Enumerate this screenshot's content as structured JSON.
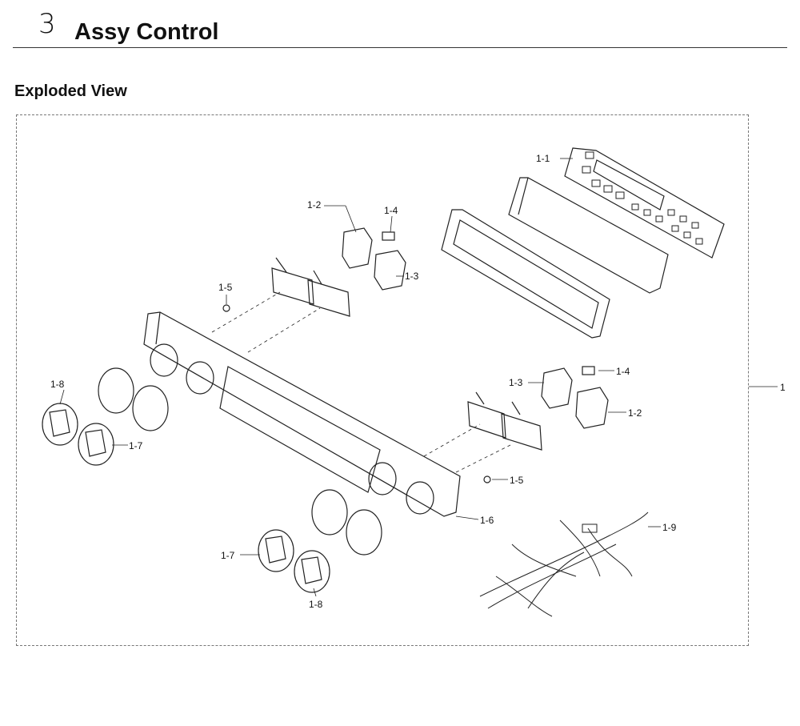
{
  "header": {
    "section_number": "3",
    "section_title": "Assy Control"
  },
  "subtitle": "Exploded View",
  "callouts": {
    "c1_1": "1-1",
    "c1_2a": "1-2",
    "c1_4a": "1-4",
    "c1_5a": "1-5",
    "c1_3a": "1-3",
    "c1_8a": "1-8",
    "c1_7a": "1-7",
    "c1_4b": "1-4",
    "c1_3b": "1-3",
    "c1_2b": "1-2",
    "c1_5b": "1-5",
    "c1_6": "1-6",
    "c1_9": "1-9",
    "c1_7b": "1-7",
    "c1_8b": "1-8",
    "c1": "1"
  }
}
